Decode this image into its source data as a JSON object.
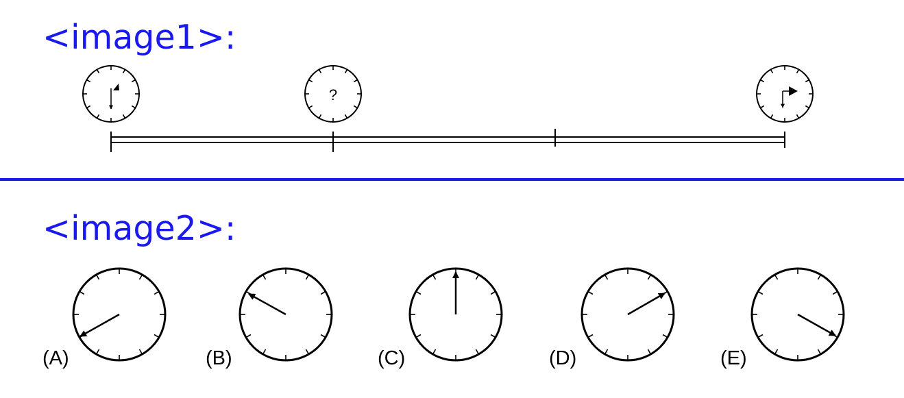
{
  "image1": {
    "heading": "<image1>:",
    "unknown_clock_label": "?"
  },
  "image2": {
    "heading": "<image2>:",
    "options": [
      {
        "label": "(A)",
        "hand": "lower-left"
      },
      {
        "label": "(B)",
        "hand": "upper-left"
      },
      {
        "label": "(C)",
        "hand": "up"
      },
      {
        "label": "(D)",
        "hand": "upper-right"
      },
      {
        "label": "(E)",
        "hand": "lower-right"
      }
    ]
  },
  "colors": {
    "heading": "#1a1aef",
    "divider": "#1a1aef",
    "ink": "#000000"
  }
}
